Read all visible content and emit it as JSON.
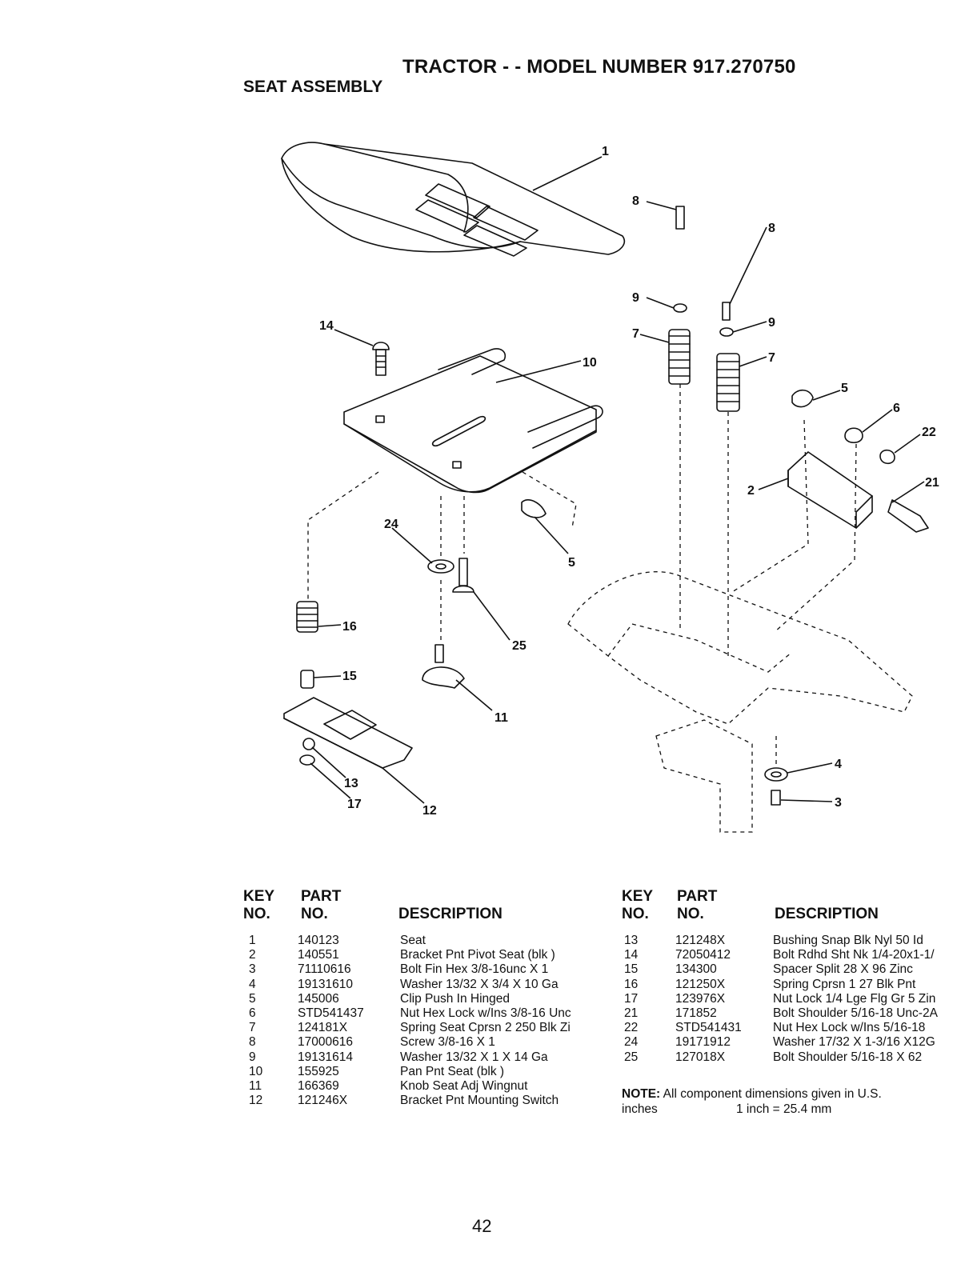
{
  "header": {
    "title": "TRACTOR - - MODEL NUMBER 917.270750",
    "subtitle": "SEAT ASSEMBLY"
  },
  "callouts": {
    "c1": "1",
    "c2": "2",
    "c3": "3",
    "c4": "4",
    "c5a": "5",
    "c5b": "5",
    "c6": "6",
    "c7a": "7",
    "c7b": "7",
    "c8a": "8",
    "c8b": "8",
    "c9a": "9",
    "c9b": "9",
    "c10": "10",
    "c11": "11",
    "c12": "12",
    "c13": "13",
    "c14": "14",
    "c15": "15",
    "c16": "16",
    "c17": "17",
    "c21": "21",
    "c22": "22",
    "c24": "24",
    "c25": "25"
  },
  "table": {
    "headers": {
      "key_line1": "KEY",
      "key_line2": "NO.",
      "part_line1": "PART",
      "part_line2": "NO.",
      "description": "DESCRIPTION"
    },
    "left_rows": [
      {
        "key": "1",
        "part": "140123",
        "desc": "Seat"
      },
      {
        "key": "2",
        "part": "140551",
        "desc": "Bracket Pnt Pivot Seat (blk )"
      },
      {
        "key": "3",
        "part": "71110616",
        "desc": "Bolt Fin Hex 3/8-16unc X 1"
      },
      {
        "key": "4",
        "part": "19131610",
        "desc": "Washer 13/32 X 3/4 X 10 Ga"
      },
      {
        "key": "5",
        "part": "145006",
        "desc": "Clip Push In Hinged"
      },
      {
        "key": "6",
        "part": "STD541437",
        "desc": "Nut Hex Lock w/Ins 3/8-16 Unc"
      },
      {
        "key": "7",
        "part": "124181X",
        "desc": "Spring Seat Cprsn 2 250 Blk Zi"
      },
      {
        "key": "8",
        "part": "17000616",
        "desc": "Screw 3/8-16 X 1"
      },
      {
        "key": "9",
        "part": "19131614",
        "desc": "Washer 13/32 X 1 X 14 Ga"
      },
      {
        "key": "10",
        "part": "155925",
        "desc": "Pan Pnt Seat (blk )"
      },
      {
        "key": "11",
        "part": "166369",
        "desc": "Knob Seat Adj Wingnut"
      },
      {
        "key": "12",
        "part": "121246X",
        "desc": "Bracket Pnt Mounting Switch"
      }
    ],
    "right_rows": [
      {
        "key": "13",
        "part": "121248X",
        "desc": "Bushing Snap Blk Nyl 50 Id"
      },
      {
        "key": "14",
        "part": "72050412",
        "desc": "Bolt Rdhd Sht Nk 1/4-20x1-1/"
      },
      {
        "key": "15",
        "part": "134300",
        "desc": "Spacer Split 28 X 96 Zinc"
      },
      {
        "key": "16",
        "part": "121250X",
        "desc": "Spring Cprsn 1 27 Blk Pnt"
      },
      {
        "key": "17",
        "part": "123976X",
        "desc": "Nut Lock 1/4 Lge Flg Gr 5 Zin"
      },
      {
        "key": "21",
        "part": "171852",
        "desc": "Bolt Shoulder 5/16-18 Unc-2A"
      },
      {
        "key": "22",
        "part": "STD541431",
        "desc": "Nut Hex Lock w/Ins 5/16-18"
      },
      {
        "key": "24",
        "part": "19171912",
        "desc": "Washer 17/32 X 1-3/16 X12G"
      },
      {
        "key": "25",
        "part": "127018X",
        "desc": "Bolt Shoulder 5/16-18 X 62"
      }
    ]
  },
  "note": {
    "label": "NOTE:",
    "text": "All component dimensions given in U.S.",
    "line2_left": "inches",
    "line2_right": "1 inch = 25.4 mm"
  },
  "page_number": "42"
}
